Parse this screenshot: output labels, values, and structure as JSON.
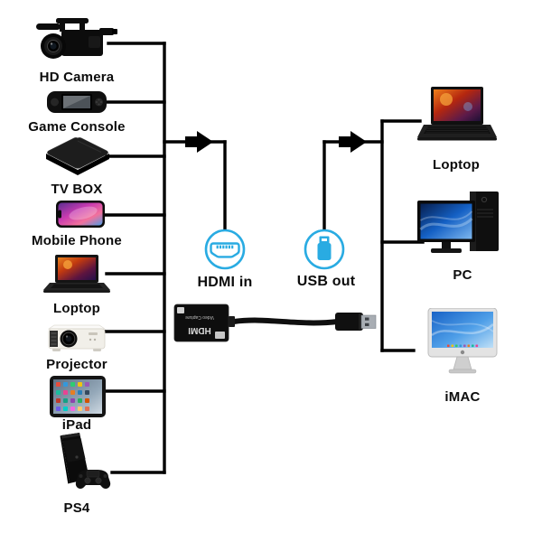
{
  "diagram_type": "connection-diagram",
  "left_devices": [
    {
      "label": "HD Camera",
      "icon": "hd-camera-icon"
    },
    {
      "label": "Game Console",
      "icon": "game-console-icon"
    },
    {
      "label": "TV BOX",
      "icon": "tv-box-icon"
    },
    {
      "label": "Mobile Phone",
      "icon": "mobile-phone-icon"
    },
    {
      "label": "Loptop",
      "icon": "laptop-icon"
    },
    {
      "label": "Projector",
      "icon": "projector-icon"
    },
    {
      "label": "iPad",
      "icon": "ipad-icon"
    },
    {
      "label": "PS4",
      "icon": "ps4-icon"
    }
  ],
  "center": {
    "hdmi_in_label": "HDMI in",
    "usb_out_label": "USB out",
    "capture_device": {
      "brand_text": "HDMI",
      "sub_text": "Video Capture"
    }
  },
  "right_devices": [
    {
      "label": "Loptop",
      "icon": "laptop-icon"
    },
    {
      "label": "PC",
      "icon": "desktop-pc-icon"
    },
    {
      "label": "iMAC",
      "icon": "imac-icon"
    }
  ],
  "flow": [
    "left_devices",
    "HDMI in",
    "HDMI Video Capture",
    "USB out",
    "right_devices"
  ],
  "colors": {
    "accent": "#29ABE2",
    "line": "#000000",
    "background": "#FFFFFF"
  }
}
